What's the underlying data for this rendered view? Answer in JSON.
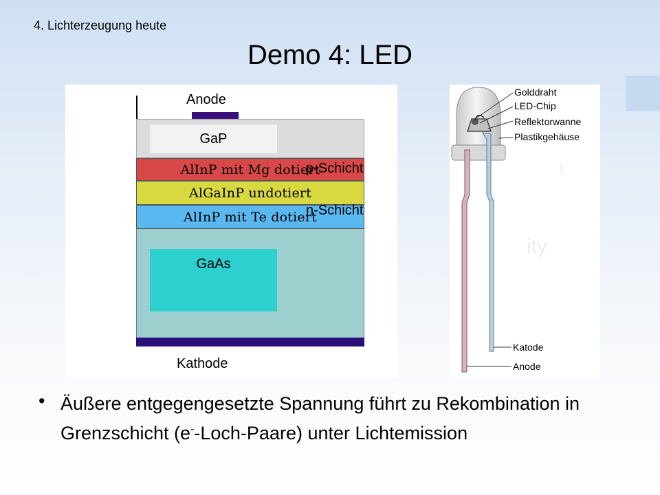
{
  "header": {
    "section": "4. Lichterzeugung heute",
    "title": "Demo 4: LED"
  },
  "layer_diagram": {
    "anode": "Anode",
    "gap": "GaP",
    "layer_p": "AlInP mit Mg dotiert",
    "layer_active": "AlGaInP undotiert",
    "layer_n": "AlInP mit Te dotiert",
    "gaas": "GaAs",
    "cathode": "Kathode",
    "p_label": "p-Schicht",
    "n_label": "n-Schicht"
  },
  "led_drawing": {
    "callouts": [
      "Golddraht",
      "LED-Chip",
      "Reflektorwanne",
      "Plastikgehäuse"
    ],
    "katode": "Katode",
    "anode": "Anode"
  },
  "bullet": {
    "text_before_sup": "Äußere entgegengesetzte Spannung führt zu Rekombination in Grenzschicht (e",
    "sup": "-",
    "text_after_sup": "-Loch-Paare) unter Lichtemission"
  },
  "colors": {
    "p_layer": "#d94848",
    "active_layer": "#d8d840",
    "n_layer": "#5ab8f0",
    "gaas_outer": "#9ecfcf",
    "gaas_inner": "#2ecfcf",
    "contact": "#2b0f78"
  }
}
